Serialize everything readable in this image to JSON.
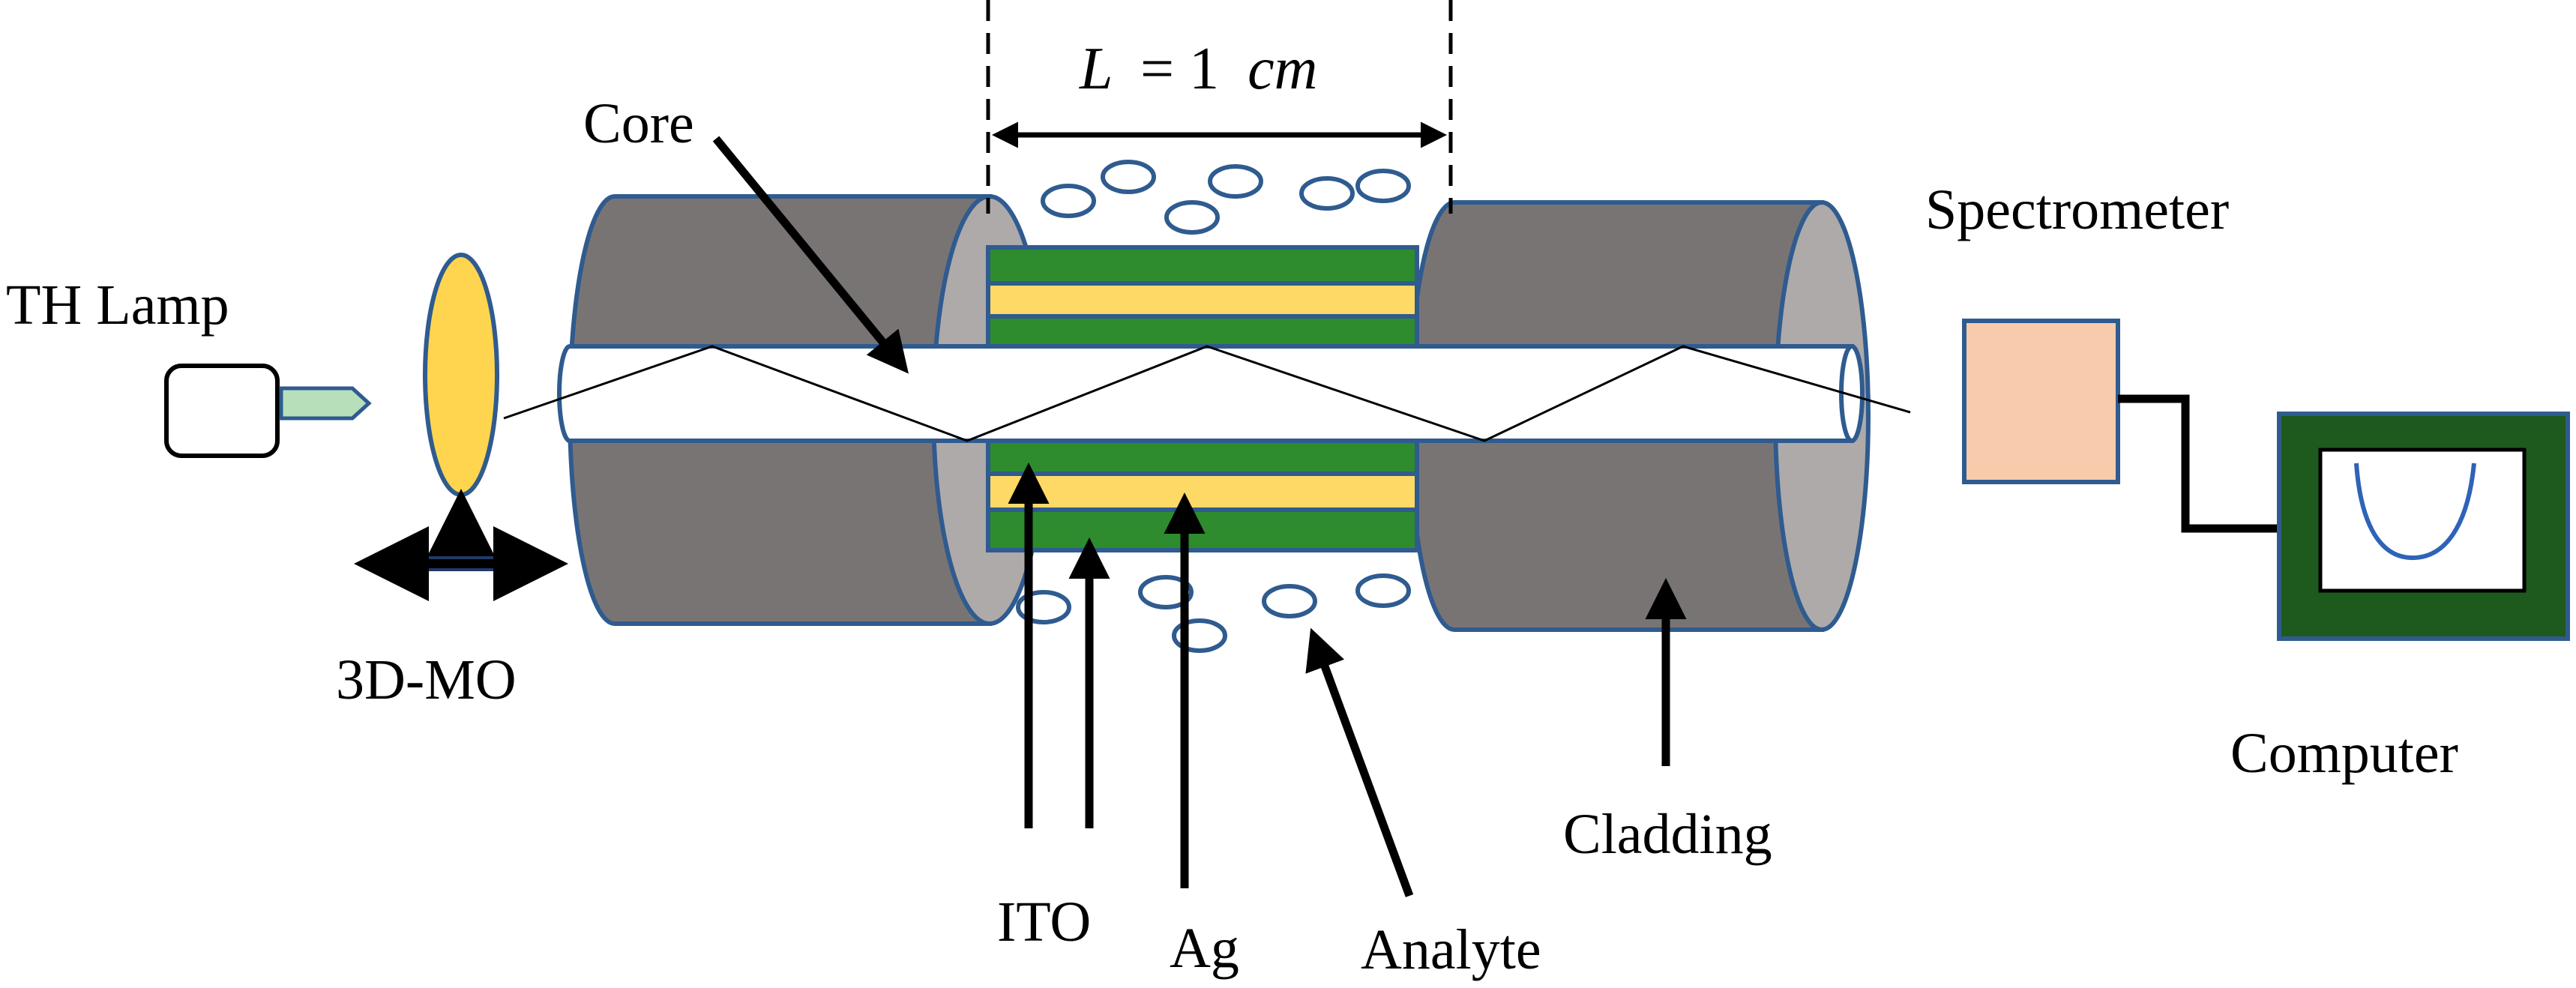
{
  "labels": {
    "length_var": "L",
    "length_eq": "= 1",
    "length_unit": "cm",
    "core": "Core",
    "th_lamp": "TH Lamp",
    "three_d_mo": "3D-MO",
    "spectrometer": "Spectrometer",
    "computer": "Computer",
    "cladding": "Cladding",
    "ito": "ITO",
    "ag": "Ag",
    "analyte": "Analyte"
  },
  "colors": {
    "cladding": "#797474",
    "cladding_face": "#aeaaaa",
    "outline": "#2f5b8f",
    "ito_layer": "#2e8b2e",
    "ag_layer": "#ffd966",
    "lens": "#ffd54f",
    "lamp_tip": "#b7dfb9",
    "spectrometer": "#f8cbad",
    "computer_frame": "#1e5a1e",
    "screen_curve": "#2e63b8"
  },
  "icons": {
    "lamp": "lamp-icon",
    "lens": "lens-icon",
    "spectrometer": "spectrometer-box-icon",
    "computer": "computer-monitor-icon"
  }
}
